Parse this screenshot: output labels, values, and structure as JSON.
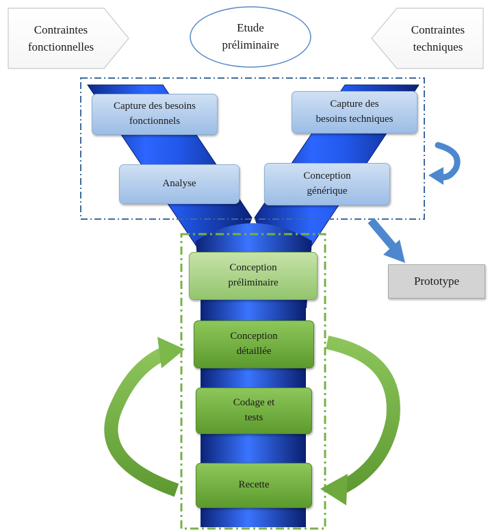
{
  "top": {
    "contraintes_fonctionnelles": "Contraintes\nfonctionnelles",
    "etude_preliminaire": "Etude\npréliminaire",
    "contraintes_techniques": "Contraintes\ntechniques"
  },
  "left_branch": {
    "capture_fonctionnels": "Capture des besoins\nfonctionnels",
    "analyse": "Analyse"
  },
  "right_branch": {
    "capture_techniques": "Capture des\nbesoins techniques",
    "conception_generique": "Conception\ngénérique"
  },
  "prototype": "Prototype",
  "trunk": {
    "conception_preliminaire": "Conception\npréliminaire",
    "conception_detaillee": "Conception\ndétaillée",
    "codage_tests": "Codage et\ntests",
    "recette": "Recette"
  },
  "colors": {
    "y_blue": "#1f4fd6",
    "blue_box": "#a9c6ea",
    "light_green_box": "#b2d894",
    "dark_green_box": "#6aab3b",
    "arrow_green": "#71a83f",
    "dash_blue": "#3e6a9c",
    "dash_green": "#78b04a",
    "grey_box": "#d3d3d3"
  }
}
